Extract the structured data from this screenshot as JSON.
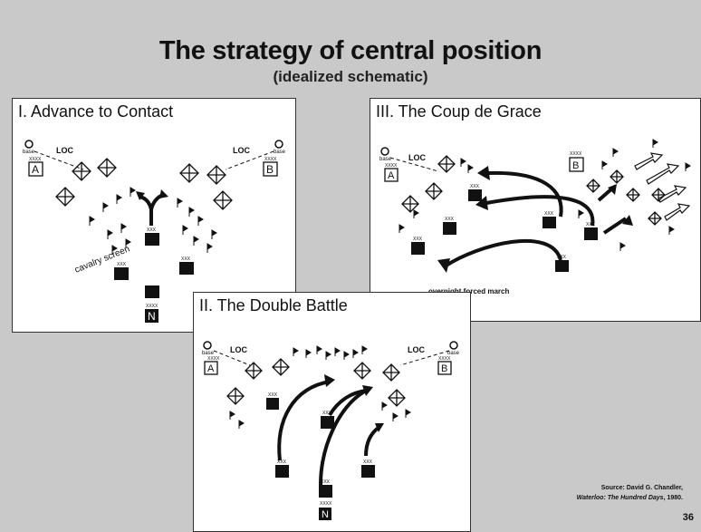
{
  "slide": {
    "title": "The strategy of central position",
    "subtitle": "(idealized schematic)",
    "source_line1": "Source: David G. Chandler,",
    "source_book": "Waterloo: The Hundred Days",
    "source_year": ", 1980.",
    "page_number": "36"
  },
  "panels": {
    "p1": {
      "title": "I. Advance to Contact",
      "cavalry_label": "cavalry screen"
    },
    "p2": {
      "title": "II. The Double Battle"
    },
    "p3": {
      "title": "III. The Coup de Grace",
      "march_label": "overnight forced march"
    }
  },
  "labels": {
    "loc": "LOC",
    "base": "base",
    "xxxx": "XXXX",
    "xxx": "XXX",
    "army_a": "A",
    "army_b": "B",
    "army_n": "N"
  },
  "colors": {
    "background": "#c9c9c9",
    "panel": "#ffffff",
    "unit": "#111111"
  }
}
